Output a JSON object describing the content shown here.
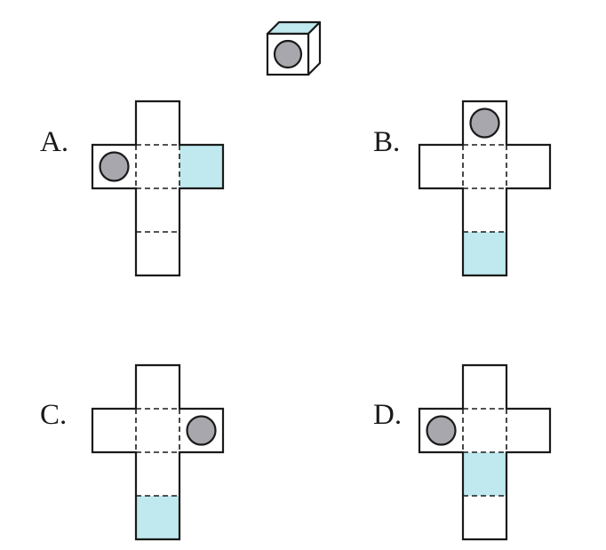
{
  "colors": {
    "shaded_face": "#bfe9ef",
    "dot_fill": "#a7a7ad",
    "line": "#1a1a1a"
  },
  "reference_cube": {
    "front_face": "circle",
    "top_face": "shaded",
    "side_face": "blank"
  },
  "options": [
    {
      "label": "A.",
      "net": "cross",
      "faces": {
        "top": "blank",
        "left": "circle",
        "center": "blank",
        "right": "shaded",
        "below": "blank",
        "bottom": "blank"
      }
    },
    {
      "label": "B.",
      "net": "cross",
      "faces": {
        "top": "circle",
        "left": "blank",
        "center": "blank",
        "right": "blank",
        "below": "blank",
        "bottom": "shaded"
      }
    },
    {
      "label": "C.",
      "net": "cross",
      "faces": {
        "top": "blank",
        "left": "blank",
        "center": "blank",
        "right": "circle",
        "below": "blank",
        "bottom": "shaded"
      }
    },
    {
      "label": "D.",
      "net": "cross",
      "faces": {
        "top": "blank",
        "left": "circle",
        "center": "blank",
        "right": "blank",
        "below": "shaded",
        "bottom": "blank"
      }
    }
  ]
}
